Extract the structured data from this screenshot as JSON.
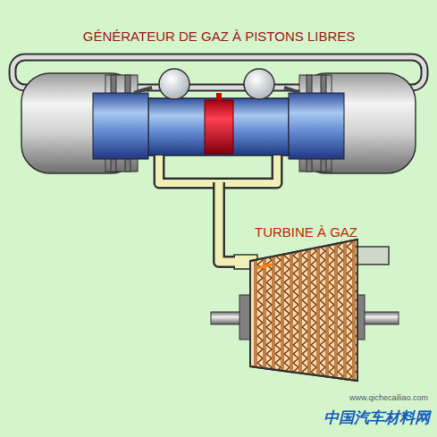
{
  "diagram": {
    "nodes": [
      {
        "text": [
          "GÉNÉRATEUR DE GAZ À PISTONS LIBRES"
        ]
      },
      {
        "text": [
          "TURBINE À GAZ"
        ]
      }
    ],
    "edges": [
      {
        "from": 0,
        "to": 1,
        "arrow": "none"
      }
    ],
    "labels": [
      "www.qichecailiao.com",
      "中国汽车材料网"
    ]
  }
}
